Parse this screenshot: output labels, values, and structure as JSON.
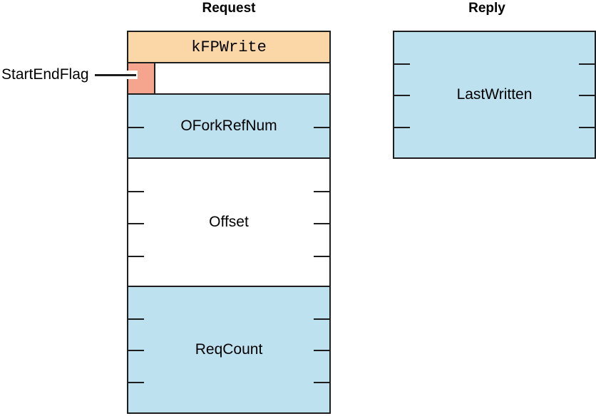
{
  "request": {
    "title": "Request",
    "fields": [
      {
        "label": "kFPWrite",
        "rows": 1,
        "fill": "peach",
        "text_style": "monospace"
      },
      {
        "label": "",
        "rows": 1,
        "fill": "white",
        "flag_cell_fill": "salmon"
      },
      {
        "label": "OForkRefNum",
        "rows": 2,
        "fill": "blue"
      },
      {
        "label": "Offset",
        "rows": 4,
        "fill": "white"
      },
      {
        "label": "ReqCount",
        "rows": 4,
        "fill": "blue"
      }
    ]
  },
  "reply": {
    "title": "Reply",
    "fields": [
      {
        "label": "LastWritten",
        "rows": 4,
        "fill": "blue"
      }
    ]
  },
  "annotation": {
    "label": "StartEndFlag"
  },
  "colors": {
    "background": "#ffffff",
    "text": "#000000",
    "line": "#1e1e1e",
    "peach": "#fbd7a7",
    "salmon": "#f5a48e",
    "blue": "#bee1ef"
  }
}
